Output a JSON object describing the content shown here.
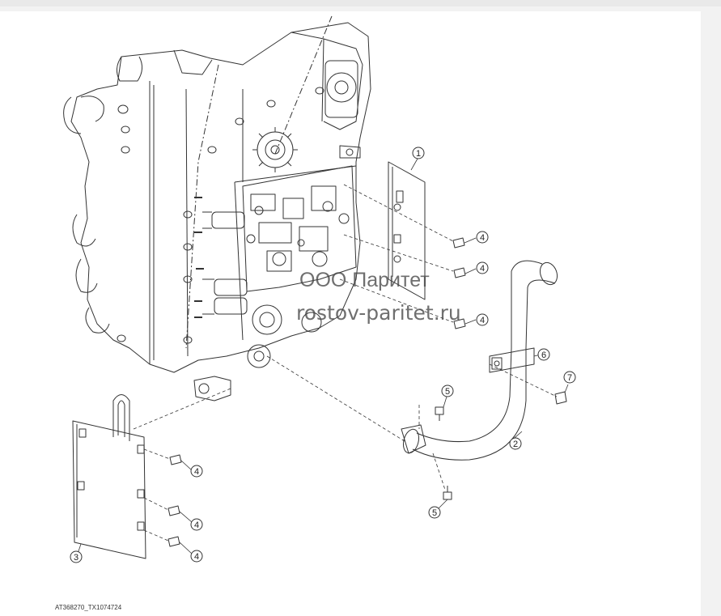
{
  "callouts": [
    "1",
    "2",
    "3",
    "4",
    "4",
    "4",
    "4",
    "4",
    "4",
    "5",
    "5",
    "6",
    "7"
  ],
  "watermark": {
    "line1": "ООО Паритет",
    "line2": "rostov-paritet.ru"
  },
  "reference_code": "AT368270_TX1074724",
  "colors": {
    "line": "#333333",
    "background": "#ffffff",
    "page_border": "#f2f2f2"
  }
}
